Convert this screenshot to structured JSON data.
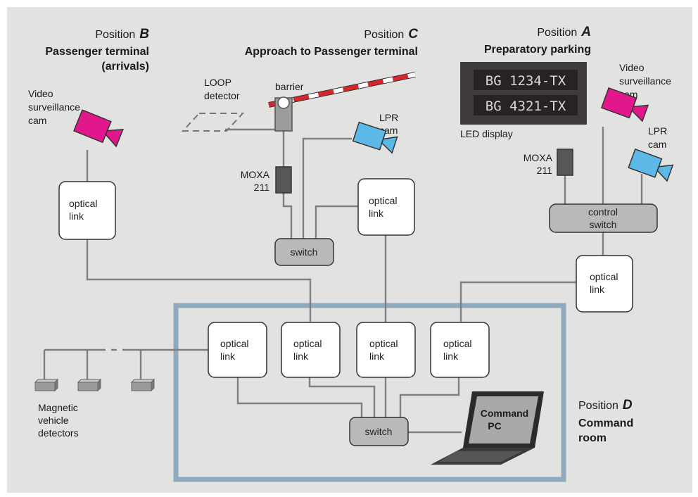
{
  "position_b": {
    "title": "Position",
    "letter": "B",
    "line1": "Passenger terminal",
    "line2": "(arrivals)"
  },
  "position_c": {
    "title": "Position",
    "letter": "C",
    "line1": "Approach to Passenger terminal"
  },
  "position_a": {
    "title": "Position",
    "letter": "A",
    "line1": "Preparatory parking"
  },
  "position_d": {
    "title": "Position",
    "letter": "D",
    "line1": "Command",
    "line2": "room"
  },
  "led_display": {
    "plate1": "BG 1234-TX",
    "plate2": "BG 4321-TX",
    "label": "LED display"
  },
  "labels": {
    "video_cam_b": [
      "Video",
      "surveillance",
      "cam"
    ],
    "video_cam_a": [
      "Video",
      "surveillance",
      "cam"
    ],
    "lpr_cam_c": [
      "LPR",
      "cam"
    ],
    "lpr_cam_a": [
      "LPR",
      "cam"
    ],
    "loop_detector": [
      "LOOP",
      "detector"
    ],
    "barrier": "barrier",
    "moxa_c": [
      "MOXA",
      "211"
    ],
    "moxa_a": [
      "MOXA",
      "211"
    ],
    "magnetic": [
      "Magnetic",
      "vehicle",
      "detectors"
    ],
    "command_pc": [
      "Command",
      "PC"
    ]
  },
  "boxes": {
    "optical_link": [
      "optical",
      "link"
    ],
    "switch": "switch",
    "control_switch": [
      "control",
      "switch"
    ]
  },
  "colors": {
    "background": "#e2e2e0",
    "command_room_border": "#8fa9bf",
    "surveillance_cam": "#e0188c",
    "lpr_cam": "#5cb8e6",
    "led_panel": "#3f3b3a",
    "barrier_red": "#d6262a"
  },
  "icons": [
    "video-camera-icon",
    "lpr-camera-icon",
    "laptop-icon",
    "barrier-icon",
    "moxa-device-icon",
    "magnetic-sensor-icon"
  ]
}
